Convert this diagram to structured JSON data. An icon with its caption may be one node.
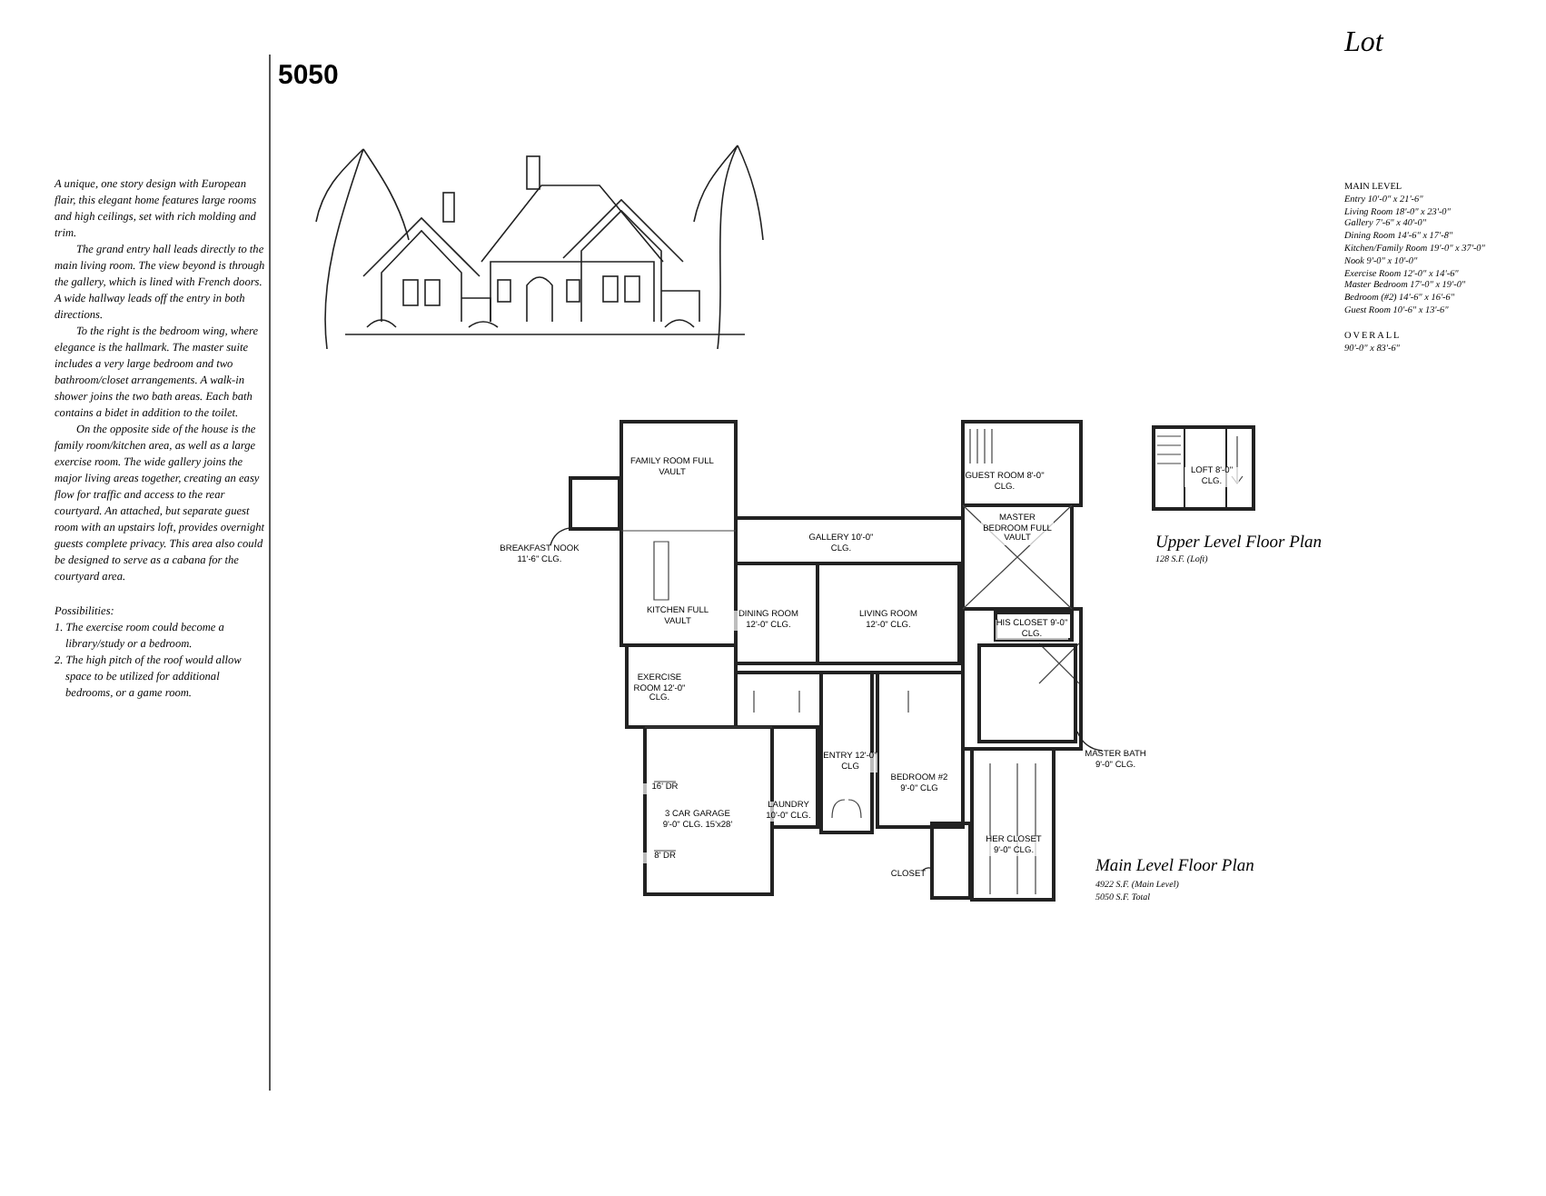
{
  "diagram": {
    "title": "5050",
    "nodes": [
      {
        "text": [
          "BREAKFAST NOOK 11'-6\" CLG."
        ]
      },
      {
        "text": [],
        "shape": "box"
      },
      {
        "text": [
          "CLOSET"
        ]
      },
      {
        "text": [],
        "shape": "box"
      },
      {
        "text": [
          "MASTER BATH 9'-0\" CLG."
        ]
      },
      {
        "text": [],
        "shape": "box"
      }
    ],
    "edges": [
      {
        "from": 0,
        "to": 1,
        "arrow": "none"
      },
      {
        "from": 2,
        "to": 3,
        "arrow": "none"
      },
      {
        "from": 4,
        "to": 5,
        "arrow": "none"
      }
    ],
    "labels": [
      "Lot",
      "A unique, one story design with European flair, this elegant home features large rooms and high ceilings, set with rich molding and trim.",
      "The grand entry hall leads directly to the main living room. The view beyond is through the gallery, which is lined with French doors. A wide hallway leads off the entry in both directions.",
      "To the right is the bedroom wing, where elegance is the hallmark. The master suite includes a very large bedroom and two bathroom/closet arrangements. A walk-in shower joins the two bath areas. Each bath contains a bidet in addition to the toilet.",
      "On the opposite side of the house is the family room/kitchen area, as well as a large exercise room. The wide gallery joins the major living areas together, creating an easy flow for traffic and access to the rear courtyard. An attached, but separate guest room with an upstairs loft, provides overnight guests complete privacy. This area also could be designed to serve as a cabana for the courtyard area.",
      "Possibilities:",
      "1. The exercise room could become a library/study or a bedroom.",
      "2. The high pitch of the roof would allow space to be utilized for additional bedrooms, or a game room.",
      "MAIN LEVEL",
      "Entry 10'-0\" x 21'-6\"",
      "Living Room 18'-0\" x 23'-0\"",
      "Gallery 7'-6\" x 40'-0\"",
      "Dining Room 14'-6\" x 17'-8\"",
      "Kitchen/Family Room 19'-0\" x 37'-0\"",
      "Nook 9'-0\" x 10'-0\"",
      "Exercise Room 12'-0\" x 14'-6\"",
      "Master Bedroom 17'-0\" x 19'-0\"",
      "Bedroom (#2) 14'-6\" x 16'-6\"",
      "Guest Room 10'-6\" x 13'-6\"",
      "OVERALL",
      "90'-0\" x 83'-6\"",
      "FAMILY ROOM FULL VAULT",
      "GALLERY 10'-0\" CLG.",
      "DINING ROOM 12'-0\" CLG.",
      "LIVING ROOM 12'-0\" CLG.",
      "KITCHEN FULL VAULT",
      "EXERCISE ROOM 12'-0\" CLG.",
      "GUEST ROOM 8'-0\" CLG.",
      "MASTER BEDROOM FULL VAULT",
      "HIS CLOSET 9'-0\" CLG.",
      "ENTRY 12'-0\" CLG",
      "BEDROOM #2 9'-0\" CLG",
      "16' DR",
      "3 CAR GARAGE 9'-0\" CLG. 15'x28'",
      "LAUNDRY 10'-0\" CLG.",
      "8' DR",
      "HER CLOSET 9'-0\" CLG.",
      "LOFT 8'-0\" CLG.",
      "Upper Level Floor Plan",
      "128 S.F. (Loft)",
      "Main Level Floor Plan",
      "4922 S.F. (Main Level)",
      "5050 S.F. Total"
    ]
  }
}
